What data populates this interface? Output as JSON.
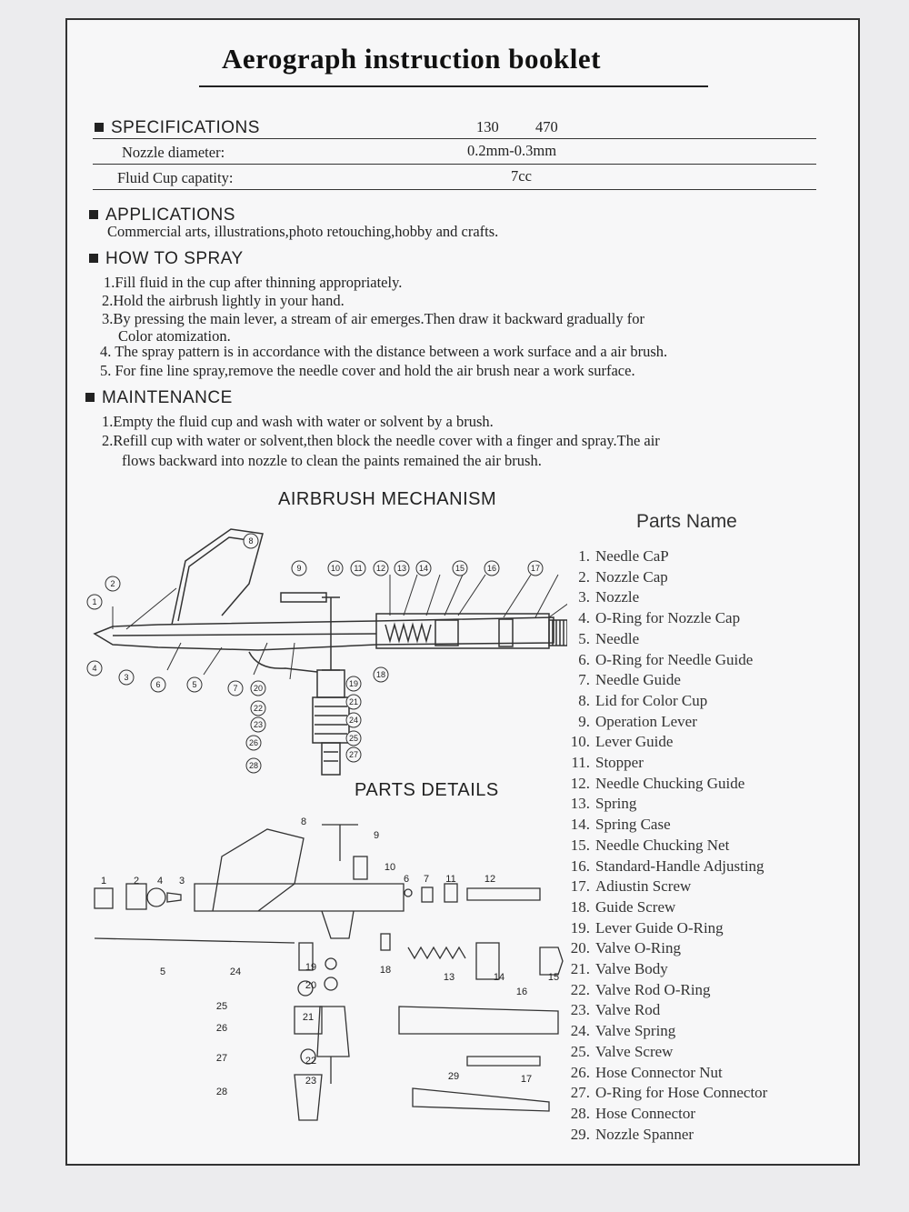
{
  "title": "Aerograph instruction booklet",
  "specs": {
    "heading": "SPECIFICATIONS",
    "model_a": "130",
    "model_b": "470",
    "nozzle_label": "Nozzle diameter:",
    "nozzle_value": "0.2mm-0.3mm",
    "cup_label": "Fluid Cup capatity:",
    "cup_value": "7cc"
  },
  "applications": {
    "heading": "APPLICATIONS",
    "text": "Commercial arts, illustrations,photo retouching,hobby and crafts."
  },
  "how_to_spray": {
    "heading": "HOW TO SPRAY",
    "lines": [
      "1.Fill fluid in the cup after thinning appropriately.",
      "2.Hold the airbrush lightly in your hand.",
      "3.By pressing the main lever, a stream of air emerges.Then draw it backward gradually for",
      "Color atomization.",
      "4. The spray pattern is in accordance with the distance between a work surface and a air brush.",
      "5. For fine line spray,remove the needle cover and hold the air brush near a work surface."
    ]
  },
  "maintenance": {
    "heading": "MAINTENANCE",
    "lines": [
      "1.Empty the fluid cup and wash with water or solvent by a brush.",
      "2.Refill cup with water or solvent,then block the needle cover with a finger and spray.The air",
      "flows backward into nozzle to clean the paints remained the air brush."
    ]
  },
  "mechanism": {
    "heading": "AIRBRUSH MECHANISM",
    "callouts_top": [
      "9",
      "10",
      "11",
      "12",
      "13",
      "14",
      "15",
      "16",
      "17"
    ],
    "callouts_left": [
      "1",
      "2",
      "3",
      "4",
      "5",
      "6",
      "7",
      "8"
    ],
    "callouts_center": [
      "20",
      "22",
      "23",
      "26",
      "28"
    ],
    "callouts_right": [
      "18",
      "19",
      "21",
      "24",
      "25",
      "27"
    ]
  },
  "parts_details": {
    "heading": "PARTS DETAILS",
    "labels": [
      "1",
      "2",
      "4",
      "3",
      "8",
      "9",
      "10",
      "6",
      "7",
      "11",
      "12",
      "5",
      "24",
      "19",
      "20",
      "18",
      "13",
      "14",
      "15",
      "16",
      "25",
      "26",
      "21",
      "27",
      "22",
      "23",
      "28",
      "29",
      "17"
    ]
  },
  "parts_name": {
    "heading": "Parts Name",
    "items": [
      {
        "n": "1.",
        "name": "Needle CaP"
      },
      {
        "n": "2.",
        "name": "Nozzle Cap"
      },
      {
        "n": "3.",
        "name": "Nozzle"
      },
      {
        "n": "4.",
        "name": "O-Ring for Nozzle Cap"
      },
      {
        "n": "5.",
        "name": "Needle"
      },
      {
        "n": "6.",
        "name": "O-Ring for Needle Guide"
      },
      {
        "n": "7.",
        "name": "Needle Guide"
      },
      {
        "n": "8.",
        "name": "Lid for Color Cup"
      },
      {
        "n": "9.",
        "name": "Operation Lever"
      },
      {
        "n": "10.",
        "name": "Lever Guide"
      },
      {
        "n": "11.",
        "name": "Stopper"
      },
      {
        "n": "12.",
        "name": "Needle Chucking Guide"
      },
      {
        "n": "13.",
        "name": "Spring"
      },
      {
        "n": "14.",
        "name": "Spring Case"
      },
      {
        "n": "15.",
        "name": "Needle Chucking Net"
      },
      {
        "n": "16.",
        "name": "Standard-Handle Adjusting"
      },
      {
        "n": "17.",
        "name": "Adiustin Screw"
      },
      {
        "n": "18.",
        "name": "Guide Screw"
      },
      {
        "n": "19.",
        "name": "Lever Guide O-Ring"
      },
      {
        "n": "20.",
        "name": "Valve O-Ring"
      },
      {
        "n": "21.",
        "name": "Valve Body"
      },
      {
        "n": "22.",
        "name": "Valve Rod O-Ring"
      },
      {
        "n": "23.",
        "name": "Valve Rod"
      },
      {
        "n": "24.",
        "name": "Valve Spring"
      },
      {
        "n": "25.",
        "name": "Valve Screw"
      },
      {
        "n": "26.",
        "name": "Hose Connector Nut"
      },
      {
        "n": "27.",
        "name": "O-Ring for Hose Connector"
      },
      {
        "n": "28.",
        "name": "Hose Connector"
      },
      {
        "n": "29.",
        "name": "Nozzle Spanner"
      }
    ]
  }
}
